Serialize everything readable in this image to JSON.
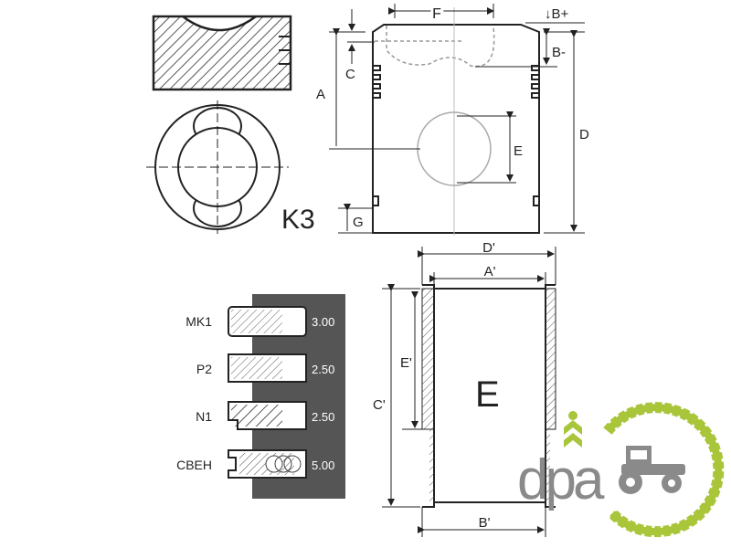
{
  "piston": {
    "model_label": "K3",
    "dimensions": {
      "F": "F",
      "B_plus": "↓B+",
      "B_minus": "B-",
      "A": "A",
      "C": "C",
      "D": "D",
      "E": "E",
      "G": "G"
    }
  },
  "rings": [
    {
      "name": "MK1",
      "value": "3.00"
    },
    {
      "name": "P2",
      "value": "2.50"
    },
    {
      "name": "N1",
      "value": "2.50"
    },
    {
      "name": "CBEH",
      "value": "5.00"
    }
  ],
  "liner": {
    "type_label": "E",
    "dimensions": {
      "D_prime": "D'",
      "A_prime": "A'",
      "B_prime": "B'",
      "C_prime": "C'",
      "E_prime": "E'"
    }
  },
  "logo": {
    "text": "dpa"
  },
  "colors": {
    "panel": "#555555",
    "logo_green": "#a9c53a",
    "logo_gray": "#8a8a8a",
    "line": "#222222"
  }
}
